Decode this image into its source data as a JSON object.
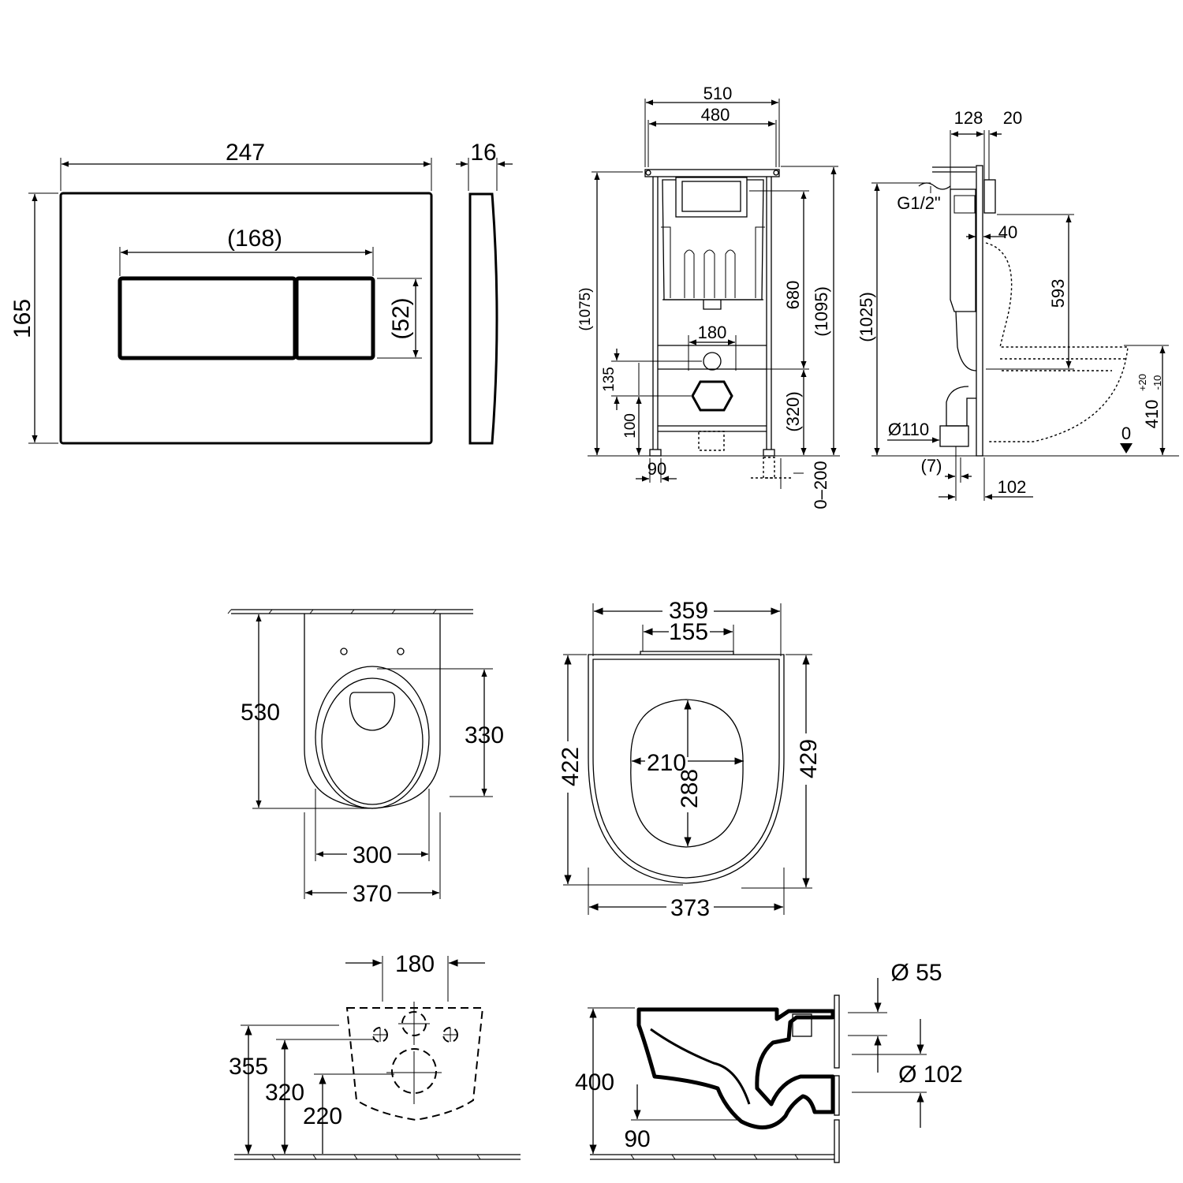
{
  "flush_plate": {
    "width": "247",
    "thickness": "16",
    "height": "165",
    "button_span": "(168)",
    "button_height": "(52)"
  },
  "frame_front": {
    "width_outer": "510",
    "width_inner": "480",
    "height_left": "(1075)",
    "height_right": "(1095)",
    "h680": "680",
    "h320": "(320)",
    "bolt_spacing": "180",
    "d135": "135",
    "d100": "100",
    "foot": "90",
    "adjust": "0–200"
  },
  "frame_side": {
    "d128": "128",
    "d20": "20",
    "thread": "G1/2\"",
    "d40": "40",
    "height": "(1025)",
    "d593": "593",
    "seat_height": "410",
    "tol_plus": "+20",
    "tol_minus": "-10",
    "pipe": "Ø110",
    "zero": "0",
    "offset7": "(7)",
    "offset102": "102"
  },
  "bowl_top": {
    "length": "530",
    "seat_depth": "330",
    "inner_width": "300",
    "outer_width": "370"
  },
  "seat": {
    "width_top": "359",
    "hinge": "155",
    "opening_width": "210",
    "opening_length": "288",
    "length_left": "422",
    "length_right": "429",
    "width_bottom": "373"
  },
  "mount_back": {
    "spacing": "180",
    "h355": "355",
    "h320": "320",
    "h220": "220"
  },
  "bowl_side": {
    "height": "400",
    "d90": "90",
    "d55": "Ø 55",
    "d102": "Ø 102"
  }
}
